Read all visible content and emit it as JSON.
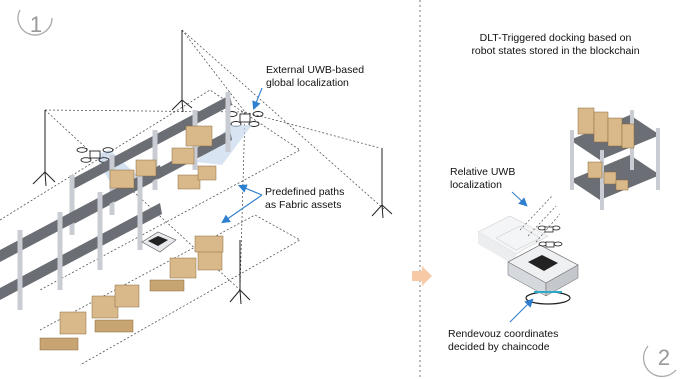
{
  "panel_left": {
    "number": "1",
    "labels": {
      "external_uwb": "External UWB-based\nglobal localization",
      "predefined_paths": "Predefined paths\nas Fabric assets"
    }
  },
  "panel_right": {
    "number": "2",
    "labels": {
      "title": "DLT-Triggered docking based on\nrobot states stored in the blockchain",
      "relative_uwb": "Relative UWB\nlocalization",
      "rendezvous": "Rendevouz coordinates\ndecided by chaincode"
    }
  },
  "colors": {
    "shelf_frame": "#c9ccd2",
    "shelf_board": "#6b6e74",
    "box": "#d9b98a",
    "box_dark": "#b48a55",
    "pallet": "#c7a472",
    "accent_arrow": "#2f7fd0",
    "transition_arrow": "#f7c9a4",
    "robot": "#e7e9ec",
    "robot_accent": "#222"
  }
}
